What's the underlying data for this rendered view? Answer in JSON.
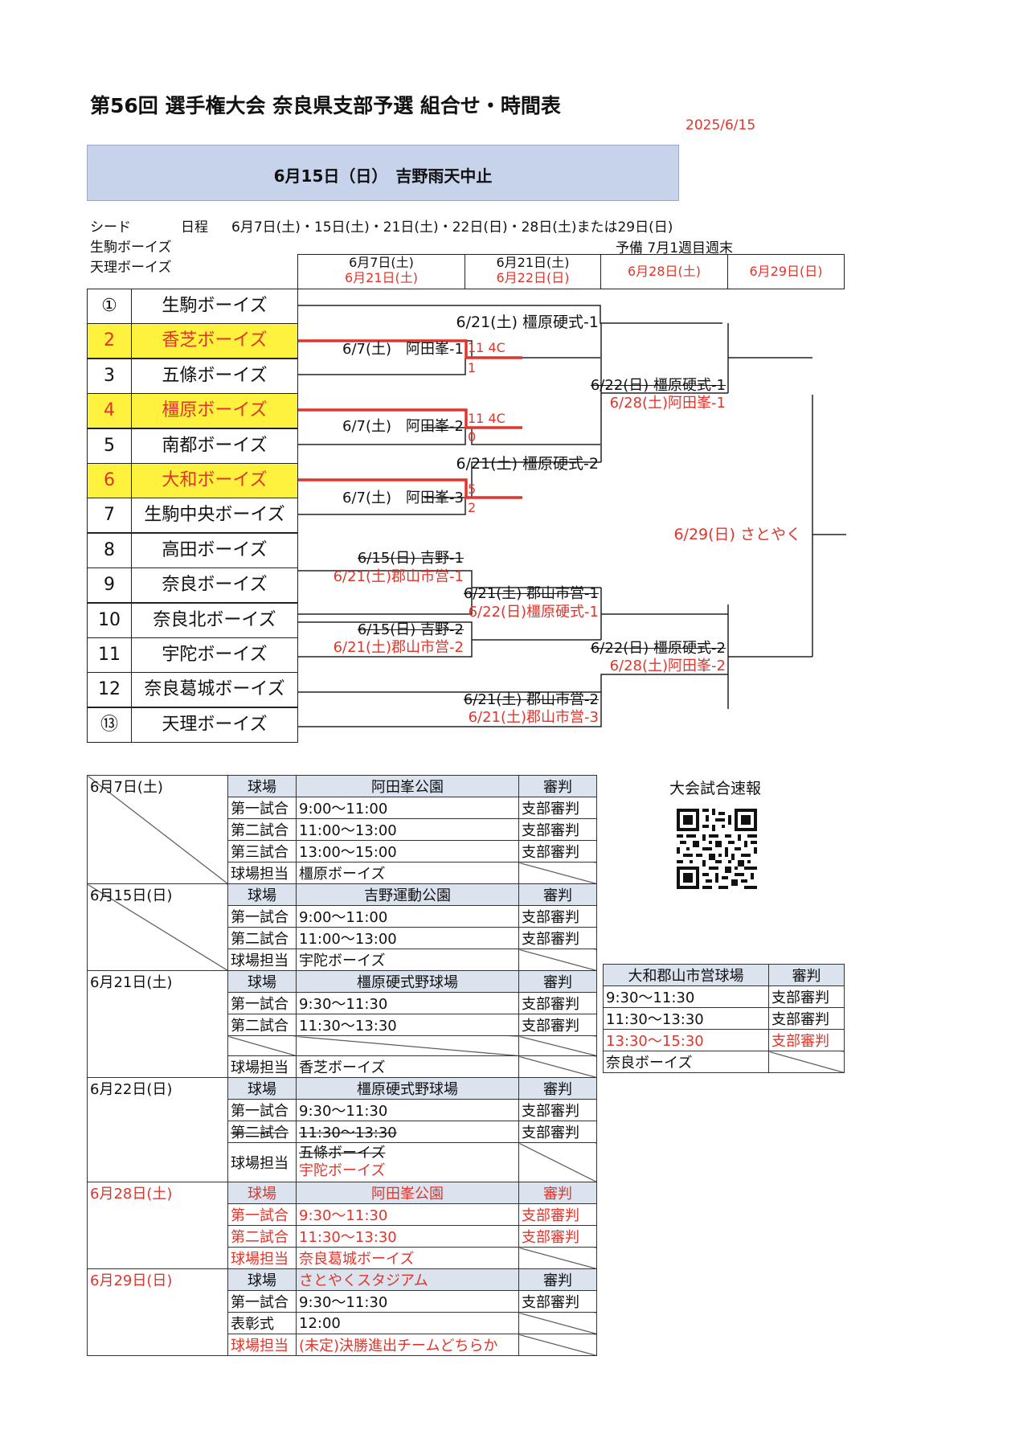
{
  "title": "第56回 選手権大会 奈良県支部予選 組合せ・時間表",
  "issue_date": "2025/6/15",
  "banner": "6月15日（日）　吉野雨天中止",
  "info": {
    "seed_label": "シード",
    "schedule_label": "日程",
    "schedule_dates": "6月7日(土)・15日(土)・21日(土)・22日(日)・28日(土)または29日(日)",
    "seed_teams": [
      "生駒ボーイズ",
      "天理ボーイズ"
    ],
    "reserve": "予備 7月1週目週末"
  },
  "round_headers": [
    {
      "line1": "6月7日(土)",
      "line2": "6月21日(土)"
    },
    {
      "line1": "6月21日(土)",
      "line2": "6月22日(日)"
    },
    {
      "line1": "6月28日(土)",
      "line2": ""
    },
    {
      "line1": "6月29日(日)",
      "line2": ""
    }
  ],
  "teams": [
    {
      "num": "①",
      "name": "生駒ボーイズ",
      "highlight": false
    },
    {
      "num": "2",
      "name": "香芝ボーイズ",
      "highlight": true
    },
    {
      "num": "3",
      "name": "五條ボーイズ",
      "highlight": false
    },
    {
      "num": "4",
      "name": "橿原ボーイズ",
      "highlight": true
    },
    {
      "num": "5",
      "name": "南都ボーイズ",
      "highlight": false
    },
    {
      "num": "6",
      "name": "大和ボーイズ",
      "highlight": true
    },
    {
      "num": "7",
      "name": "生駒中央ボーイズ",
      "highlight": false
    },
    {
      "num": "8",
      "name": "高田ボーイズ",
      "highlight": false
    },
    {
      "num": "9",
      "name": "奈良ボーイズ",
      "highlight": false
    },
    {
      "num": "10",
      "name": "奈良北ボーイズ",
      "highlight": false
    },
    {
      "num": "11",
      "name": "宇陀ボーイズ",
      "highlight": false
    },
    {
      "num": "12",
      "name": "奈良葛城ボーイズ",
      "highlight": false
    },
    {
      "num": "⑬",
      "name": "天理ボーイズ",
      "highlight": false
    }
  ],
  "games": {
    "g1": "6/7(土)　阿田峯-1",
    "g2": "6/7(土)　阿田峯-2",
    "g3": "6/7(土)　阿田峯-3",
    "g4_old": "6/15(日) 吉野-1",
    "g4_new": "6/21(土)郡山市営-1",
    "g5_old": "6/15(日) 吉野-2",
    "g5_new": "6/21(土)郡山市営-2",
    "k1": "6/21(土) 橿原硬式-1",
    "k2": "6/21(土) 橿原硬式-2",
    "k3_old": "6/21(土) 郡山市営-1",
    "k3_new": "6/22(日)橿原硬式-1",
    "k4_old": "6/21(土) 郡山市営-2",
    "k4_new": "6/21(土)郡山市営-3",
    "s1_old": "6/22(日) 橿原硬式-1",
    "s1_new": "6/28(土)阿田峯-1",
    "s2_old": "6/22(日) 橿原硬式-2",
    "s2_new": "6/28(土)阿田峯-2",
    "final": "6/29(日) さとやく"
  },
  "scores": {
    "g1a": "11 4C",
    "g1b": "1",
    "g2a": "11 4C",
    "g2b": "0",
    "g3a": "5",
    "g3b": "2"
  },
  "schedule": {
    "d1": {
      "date": "6月7日(土)",
      "venue": "阿田峯公園",
      "rows": [
        [
          "第一試合",
          "9:00～11:00",
          "支部審判"
        ],
        [
          "第二試合",
          "11:00～13:00",
          "支部審判"
        ],
        [
          "第三試合",
          "13:00～15:00",
          "支部審判"
        ]
      ],
      "duty": "橿原ボーイズ"
    },
    "d2": {
      "date": "6月15日(日)",
      "venue": "吉野運動公園",
      "rows": [
        [
          "第一試合",
          "9:00～11:00",
          "支部審判"
        ],
        [
          "第二試合",
          "11:00～13:00",
          "支部審判"
        ]
      ],
      "duty": "宇陀ボーイズ"
    },
    "d3": {
      "date": "6月21日(土)",
      "venue": "橿原硬式野球場",
      "rows": [
        [
          "第一試合",
          "9:30～11:30",
          "支部審判"
        ],
        [
          "第二試合",
          "11:30～13:30",
          "支部審判"
        ]
      ],
      "duty": "香芝ボーイズ"
    },
    "d3b": {
      "venue": "大和郡山市営球場",
      "rows": [
        [
          "9:30～11:30",
          "支部審判"
        ],
        [
          "11:30～13:30",
          "支部審判"
        ],
        [
          "13:30～15:30",
          "支部審判"
        ]
      ],
      "duty": "奈良ボーイズ"
    },
    "d4": {
      "date": "6月22日(日)",
      "venue": "橿原硬式野球場",
      "rows": [
        [
          "第一試合",
          "9:30～11:30",
          "支部審判"
        ],
        [
          "第二試合",
          "11:30～13:30",
          "支部審判"
        ]
      ],
      "duty_old": "五條ボーイズ",
      "duty_new": "宇陀ボーイズ"
    },
    "d5": {
      "date": "6月28日(土)",
      "venue": "阿田峯公園",
      "rows": [
        [
          "第一試合",
          "9:30～11:30",
          "支部審判"
        ],
        [
          "第二試合",
          "11:30～13:30",
          "支部審判"
        ]
      ],
      "duty": "奈良葛城ボーイズ"
    },
    "d6": {
      "date": "6月29日(日)",
      "venue": "さとやくスタジアム",
      "rows": [
        [
          "第一試合",
          "9:30～11:30",
          "支部審判"
        ]
      ],
      "award_label": "表彰式",
      "award_time": "12:00",
      "duty": "(未定)決勝進出チームどちらか"
    },
    "labels": {
      "venue": "球場",
      "referee": "審判",
      "duty": "球場担当"
    }
  },
  "report": "大会試合速報"
}
